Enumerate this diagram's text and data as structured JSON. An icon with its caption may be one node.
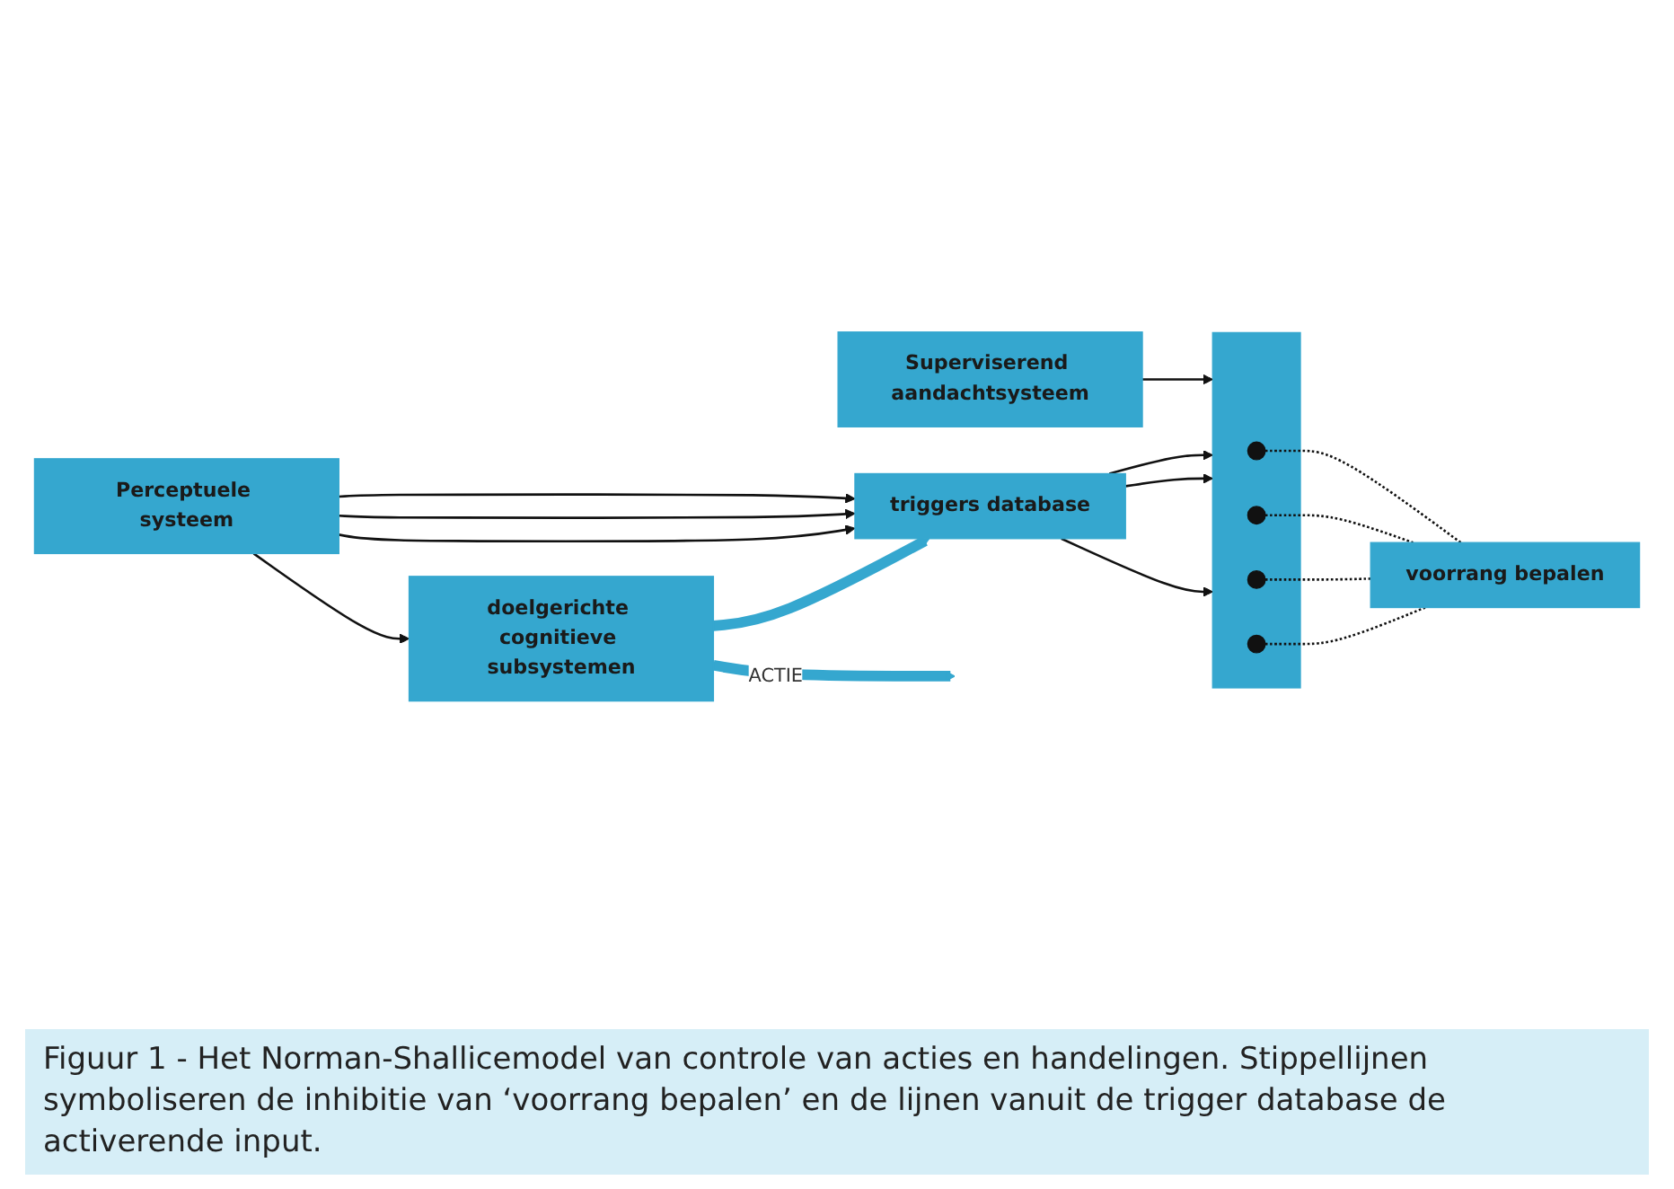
{
  "diagram": {
    "caption": "Figuur 1 - Het Norman-Shallicemodel van controle van acties en handelingen. Stippellijnen symboliseren de inhibitie van ‘voorrang bepalen’ en de lijnen vanuit de trigger database de activerende input.",
    "nodes": [
      {
        "text": [
          "Superviserend aandachtsysteem"
        ]
      },
      {
        "text": [
          "Perceptuele systeem"
        ]
      },
      {
        "text": [
          "triggers database"
        ]
      },
      {
        "text": [],
        "shape": "box"
      },
      {
        "text": [
          "voorrang bepalen"
        ]
      },
      {
        "text": [
          "doelgerichte cognitieve subsystemen"
        ]
      },
      {
        "text": [],
        "shape": "ellipse",
        "in": 3
      },
      {
        "text": [],
        "shape": "ellipse",
        "in": 3
      },
      {
        "text": [],
        "shape": "ellipse",
        "in": 3
      },
      {
        "text": [],
        "shape": "ellipse",
        "in": 3
      }
    ],
    "edges": [
      {
        "from": 0,
        "to": 3,
        "arrow": "to"
      },
      {
        "from": 1,
        "to": 2,
        "arrow": "to"
      },
      {
        "from": 1,
        "to": 2,
        "arrow": "to"
      },
      {
        "from": 1,
        "to": 2,
        "arrow": "to"
      },
      {
        "from": 2,
        "to": 3,
        "arrow": "to"
      },
      {
        "from": 2,
        "to": 3,
        "arrow": "to"
      },
      {
        "from": 2,
        "to": 3,
        "arrow": "to"
      },
      {
        "from": 1,
        "to": 5,
        "arrow": "to"
      },
      {
        "from": 5,
        "to": 2,
        "arrow": "to",
        "style": "thick",
        "color": "#35a7cf"
      },
      {
        "from": 5,
        "to": null,
        "arrow": "to",
        "label": "ACTIE",
        "style": "thick",
        "color": "#35a7cf"
      },
      {
        "from": 6,
        "to": 4,
        "arrow": "none",
        "style": "dashed"
      },
      {
        "from": 7,
        "to": 4,
        "arrow": "none",
        "style": "dashed"
      },
      {
        "from": 8,
        "to": 4,
        "arrow": "none",
        "style": "dashed"
      },
      {
        "from": 9,
        "to": 4,
        "arrow": "none",
        "style": "dashed"
      }
    ]
  }
}
